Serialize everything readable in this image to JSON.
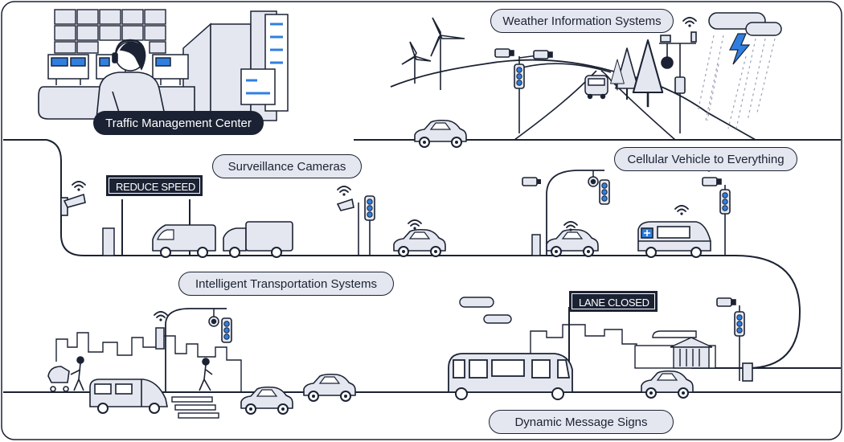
{
  "labels": {
    "traffic_management_center": "Traffic Management Center",
    "weather_information_systems": "Weather Information Systems",
    "surveillance_cameras": "Surveillance Cameras",
    "cellular_vehicle_to_everything": "Cellular Vehicle to Everything",
    "intelligent_transportation_systems": "Intelligent Transportation Systems",
    "dynamic_message_signs": "Dynamic Message Signs"
  },
  "signs": {
    "reduce_speed": "REDUCE SPEED",
    "lane_closed": "LANE CLOSED"
  },
  "colors": {
    "line": "#1b2233",
    "fill_light": "#e4e7ef",
    "accent_blue": "#2f7fe0"
  },
  "icons": [
    "wifi-icon",
    "lightning-icon",
    "wind-turbine-icon",
    "camera-icon",
    "traffic-light-icon"
  ]
}
